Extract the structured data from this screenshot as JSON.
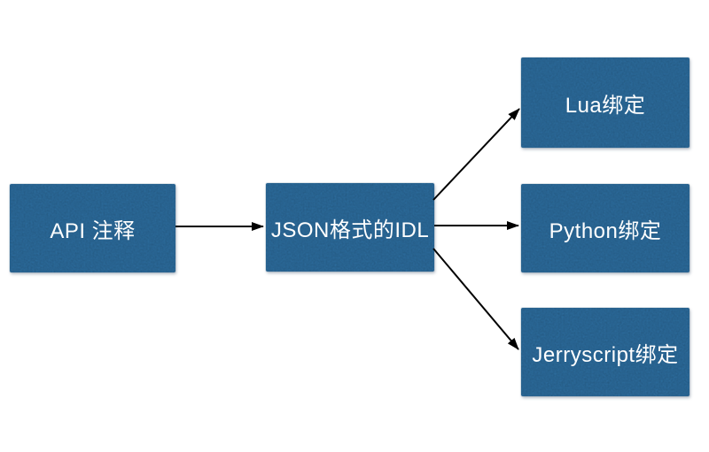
{
  "diagram": {
    "nodes": [
      {
        "id": "api",
        "label": "API 注释"
      },
      {
        "id": "idl",
        "label": "JSON格式的IDL"
      },
      {
        "id": "lua",
        "label": "Lua绑定"
      },
      {
        "id": "python",
        "label": "Python绑定"
      },
      {
        "id": "jerryscript",
        "label": "Jerryscript绑定"
      }
    ],
    "edges": [
      {
        "from": "api",
        "to": "idl"
      },
      {
        "from": "idl",
        "to": "lua"
      },
      {
        "from": "idl",
        "to": "python"
      },
      {
        "from": "idl",
        "to": "jerryscript"
      }
    ],
    "colors": {
      "node_fill": "#2E72A6",
      "node_text": "#FFFFFF",
      "arrow": "#000000",
      "background": "#FFFFFF"
    }
  }
}
